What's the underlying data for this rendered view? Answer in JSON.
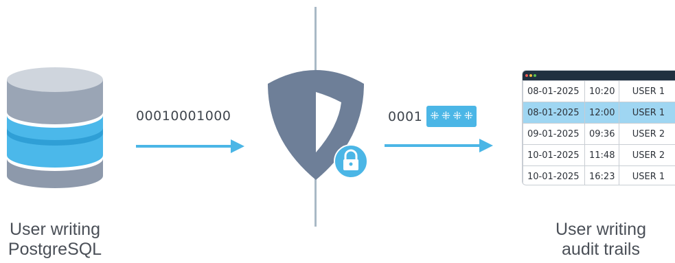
{
  "left_caption": {
    "line1": "User writing",
    "line2": "PostgreSQL"
  },
  "right_caption": {
    "line1": "User writing",
    "line2": "audit trails"
  },
  "binary_stream": "00010001000",
  "masked_stream": {
    "visible": "0001",
    "masked_glyphs": [
      "⁜",
      "⁜",
      "⁜",
      "⁜"
    ]
  },
  "audit_table": {
    "rows": [
      {
        "date": "08-01-2025",
        "time": "10:20",
        "user": "USER 1",
        "highlighted": false
      },
      {
        "date": "08-01-2025",
        "time": "12:00",
        "user": "USER 1",
        "highlighted": true
      },
      {
        "date": "09-01-2025",
        "time": "09:36",
        "user": "USER 2",
        "highlighted": false
      },
      {
        "date": "10-01-2025",
        "time": "11:48",
        "user": "USER 2",
        "highlighted": false
      },
      {
        "date": "10-01-2025",
        "time": "16:23",
        "user": "USER 1",
        "highlighted": false
      }
    ]
  },
  "icons": {
    "database": "database-icon",
    "shield": "shield-icon",
    "lock": "lock-icon",
    "arrows": "arrow-right-icon"
  },
  "colors": {
    "accent_blue": "#4bb6e6",
    "shield_gray": "#6e7f98",
    "divider": "#a9b9c6",
    "db_gray": "#8a96a8",
    "table_highlight": "#9fd6f2",
    "window_bar": "#203040"
  }
}
